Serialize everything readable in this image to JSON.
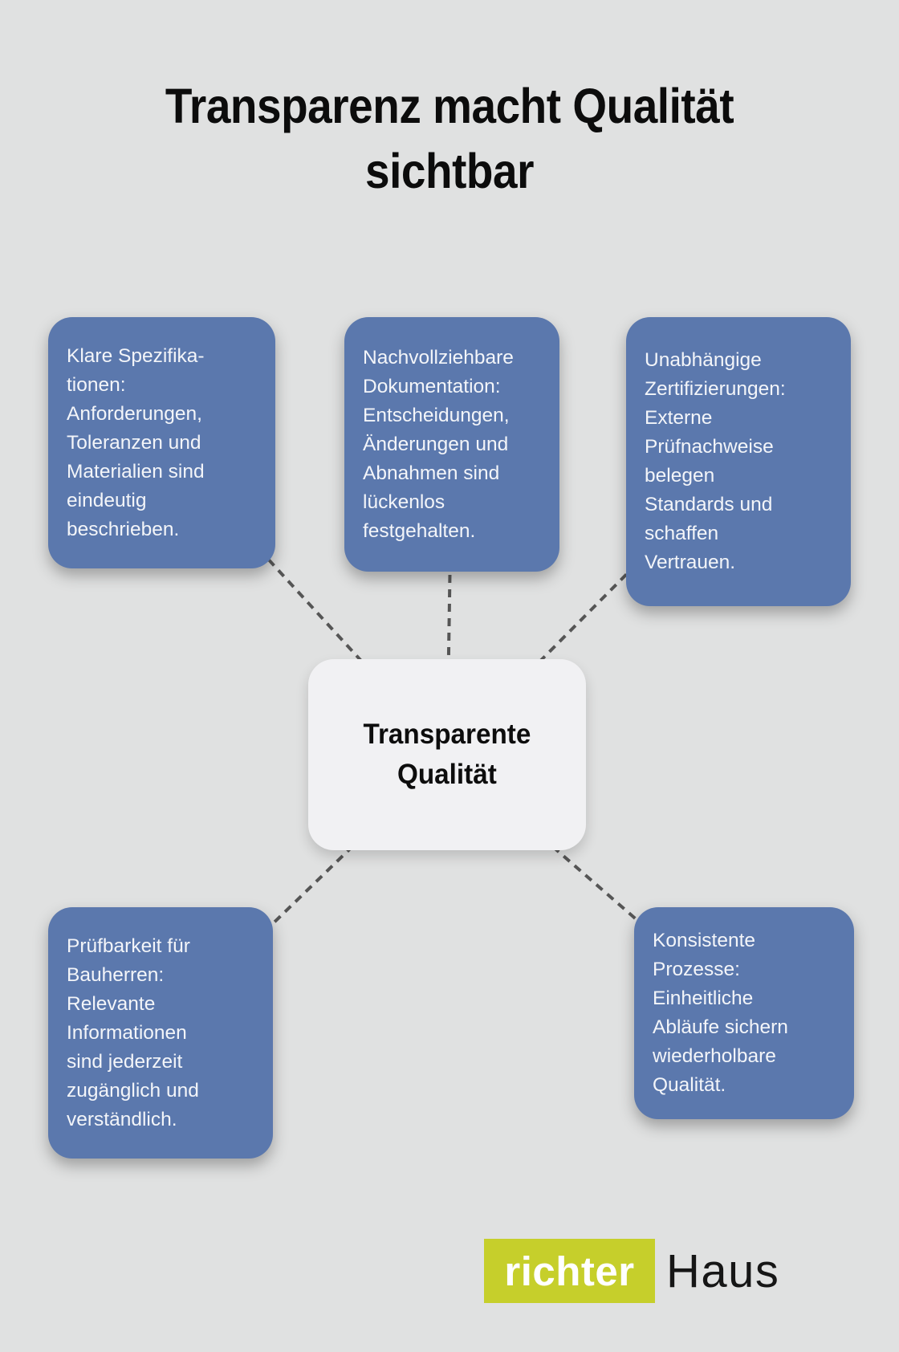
{
  "header": {
    "title_line1": "Transparenz macht Qualität",
    "title_line2": "sichtbar"
  },
  "center_node": {
    "line1": "Transparente",
    "line2": "Qualität"
  },
  "nodes": [
    {
      "id": "klare-spezifikationen",
      "text": "Klare Spezifika-\ntionen:\nAnforderungen,\nToleranzen und\nMaterialien sind\neindeutig\nbeschrieben."
    },
    {
      "id": "nachvollziehbare-dokumentation",
      "text": "Nachvollziehbare\nDokumentation:\nEntscheidungen,\nÄnderungen und\nAbnahmen sind\nlückenlos\nfestgehalten."
    },
    {
      "id": "unabhaengige-zertifizierungen",
      "text": "Unabhängige\nZertifizierungen:\nExterne\nPrüfnachweise\nbelegen\nStandards und\nschaffen\nVertrauen."
    },
    {
      "id": "pruefbarkeit-fuer-bauherren",
      "text": "Prüfbarkeit für\nBauherren:\nRelevante\nInformationen\nsind jederzeit\nzugänglich und\nverständlich."
    },
    {
      "id": "konsistente-prozesse",
      "text": "Konsistente\nProzesse:\nEinheitliche\nAbläufe sichern\nwiederholbare\nQualität."
    }
  ],
  "logo": {
    "primary": "richter",
    "secondary": "Haus"
  },
  "colors": {
    "background": "#e0e1e1",
    "node_blue": "#5b78ad",
    "node_text": "#f3f5f9",
    "center_bg": "#f1f1f3",
    "center_text": "#0d0d0d",
    "connector": "#555555",
    "logo_yellow": "#c6cf2b",
    "logo_secondary_text": "#161616",
    "title_text": "#0c0c0c"
  }
}
